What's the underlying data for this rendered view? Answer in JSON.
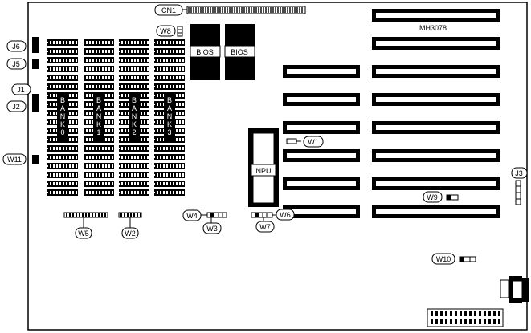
{
  "board": {
    "model": "MH3078",
    "connector": "CN1",
    "bios": [
      "BIOS",
      "BIOS"
    ],
    "cpu_socket": "NPU",
    "banks": [
      "BANK 0",
      "BANK 1",
      "BANK 2",
      "BANK 3"
    ],
    "jumpers": {
      "j6": "J6",
      "j5": "J5",
      "j1": "J1",
      "j2": "J2",
      "j3": "J3",
      "w1": "W1",
      "w2": "W2",
      "w3": "W3",
      "w4": "W4",
      "w5": "W5",
      "w6": "W6",
      "w7": "W7",
      "w8": "W8",
      "w9": "W9",
      "w10": "W10",
      "w11": "W11"
    }
  },
  "colors": {
    "ink": "#000000",
    "paper": "#ffffff"
  }
}
